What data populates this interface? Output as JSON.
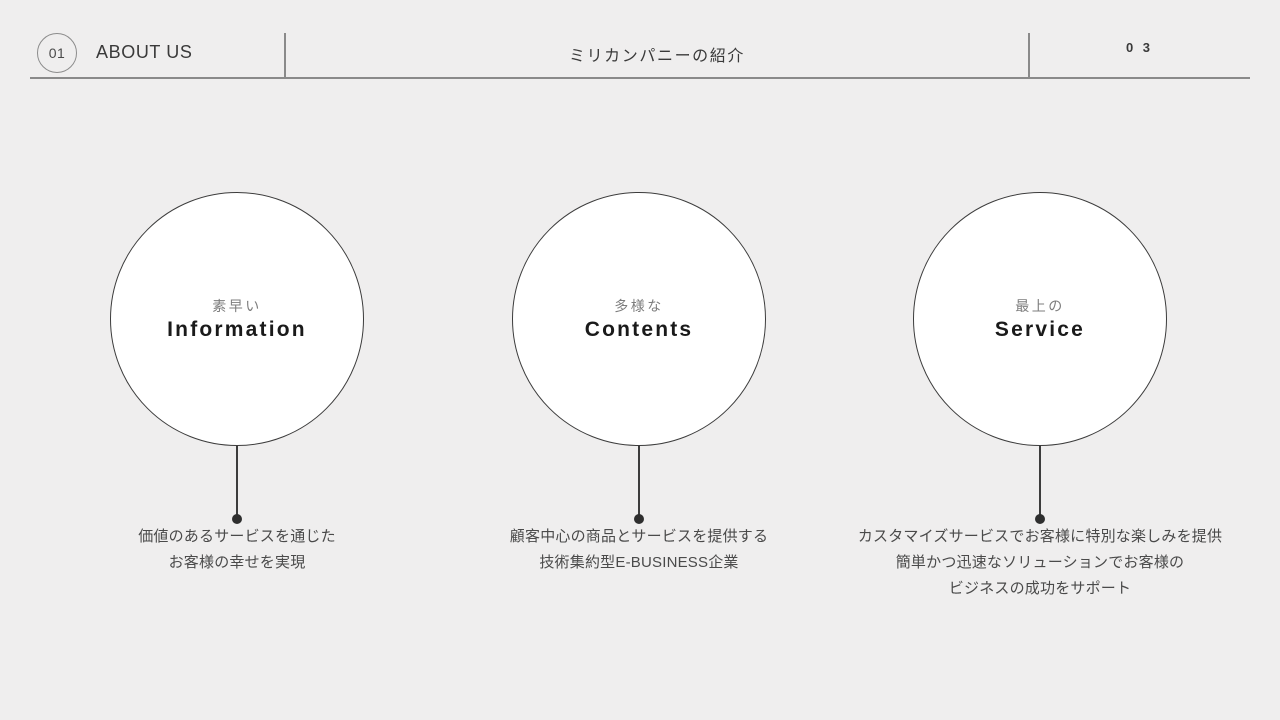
{
  "slide": {
    "background_color": "#efeeee",
    "accent_color": "#3c3c3c"
  },
  "header": {
    "badge_number": "01",
    "section_title": "ABOUT US",
    "center_title": "ミリカンパニーの紹介",
    "page_number": "0 3"
  },
  "columns": [
    {
      "sub_label": "素早い",
      "title": "Information",
      "caption_lines": [
        "価値のあるサービスを通じた",
        "お客様の幸せを実現"
      ]
    },
    {
      "sub_label": "多様な",
      "title": "Contents",
      "caption_lines": [
        "顧客中心の商品とサービスを提供する",
        "技術集約型E-BUSINESS企業"
      ]
    },
    {
      "sub_label": "最上の",
      "title": "Service",
      "caption_lines": [
        "カスタマイズサービスでお客様に特別な楽しみを提供",
        "簡単かつ迅速なソリューションでお客様の",
        "ビジネスの成功をサポート"
      ]
    }
  ]
}
